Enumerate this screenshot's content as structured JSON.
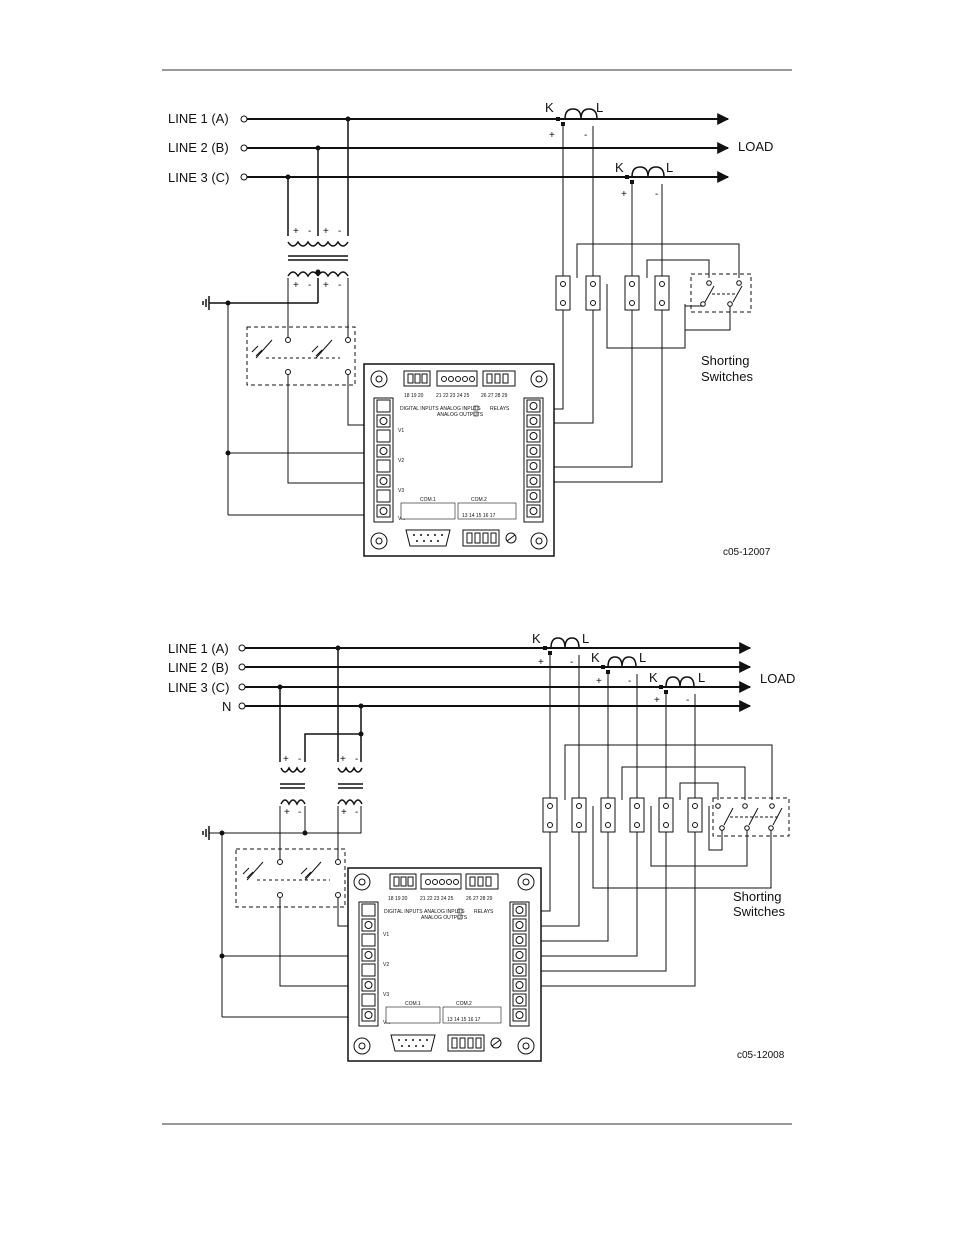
{
  "diagram1": {
    "lines": [
      "LINE 1  (A)",
      "LINE 2  (B)",
      "LINE 3  (C)"
    ],
    "load_label": "LOAD",
    "ct_k": "K",
    "ct_l": "L",
    "plus": "+",
    "minus": "-",
    "shorting_label_1": "Shorting",
    "shorting_label_2": "Switches",
    "meter": {
      "top_numbers_1": "18 19 20",
      "top_numbers_2": "21 22 23 24 25",
      "top_numbers_3": "26 27 28 29",
      "digital_inputs": "DIGITAL INPUTS",
      "analog_inputs": "ANALOG INPUTS",
      "analog_outputs": "ANALOG OUTPUTS",
      "relays": "RELAYS",
      "com1": "COM.1",
      "com2": "COM.2",
      "com_bottom": "13 14 15 16 17",
      "v1": "V1",
      "v2": "V2",
      "v3": "V3",
      "vn": "VN"
    },
    "code": "c05-12007"
  },
  "diagram2": {
    "lines": [
      "LINE 1  (A)",
      "LINE 2  (B)",
      "LINE 3  (C)",
      "N"
    ],
    "load_label": "LOAD",
    "ct_k": "K",
    "ct_l": "L",
    "plus": "+",
    "minus": "-",
    "shorting_label_1": "Shorting",
    "shorting_label_2": "Switches",
    "meter": {
      "top_numbers_1": "18 19 20",
      "top_numbers_2": "21 22 23 24 25",
      "top_numbers_3": "26 27 28 29",
      "digital_inputs": "DIGITAL INPUTS",
      "analog_inputs": "ANALOG INPUTS",
      "analog_outputs": "ANALOG OUTPUTS",
      "relays": "RELAYS",
      "com1": "COM.1",
      "com2": "COM.2",
      "com_bottom": "13 14 15 16 17",
      "v1": "V1",
      "v2": "V2",
      "v3": "V3",
      "vn": "VN"
    },
    "code": "c05-12008"
  }
}
